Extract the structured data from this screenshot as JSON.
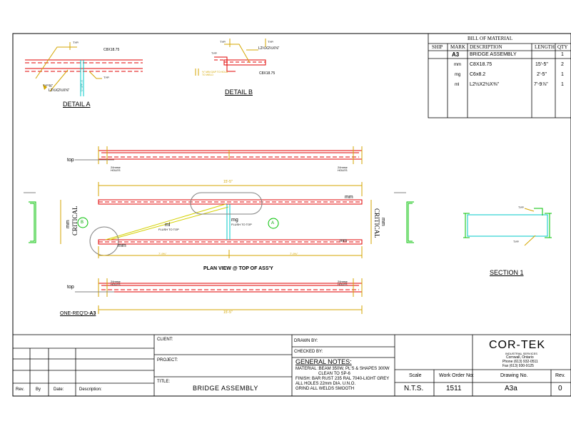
{
  "bom": {
    "title": "BILL OF MATERIAL",
    "headers": {
      "ship": "SHIP",
      "mark": "MARK",
      "description": "DESCRIPTION",
      "length": "LENGTH",
      "qty": "QTY"
    },
    "assembly": {
      "mark": "A3",
      "description": "BRIDGE ASSEMBLY",
      "qty": "1"
    },
    "rows": [
      {
        "mark": "mm",
        "description": "C8X18.75",
        "length": "15'-5\"",
        "qty": "2"
      },
      {
        "mark": "mg",
        "description": "C6x8.2",
        "length": "2'-5\"",
        "qty": "1"
      },
      {
        "mark": "ml",
        "description": "L2½X2½X⅜\"",
        "length": "7'-9⅞\"",
        "qty": "1"
      }
    ]
  },
  "details": {
    "detail_a": {
      "label": "DETAIL   A",
      "member": "C8X18.75",
      "typ": "TYP.",
      "angle": "L2½X2½X⅜\"",
      "note": "3\" WELD",
      "size": "⅜\""
    },
    "detail_b": {
      "label": "DETAIL   B",
      "member": "C8X18.75",
      "typ": "TYP.",
      "angle": "L2½X2½X⅜\"",
      "note": "½\" MIN GAP TO HOLD TO WELD"
    },
    "section_1": {
      "label": "SECTION   1",
      "typ": "TYP."
    }
  },
  "plan": {
    "caption": "PLAN VIEW @ TOP OF ASS'Y",
    "top_label": "top",
    "holes_note": "24mmø HOLES",
    "critical": "CRITICAL",
    "mm": "mm",
    "ml": "ml",
    "mg": "mg",
    "flush": "FLUSH TO TOP",
    "callout_a": "A",
    "callout_b": "B",
    "one_req": "ONE-REQ'D-",
    "one_req_mark": "A3",
    "overall_dim": "15'-5\"",
    "inner_dim": "7'-9⅜\""
  },
  "title_block": {
    "client_label": "CLIENT:",
    "project_label": "PROJECT:",
    "title_label": "TITLE:",
    "title_value": "BRIDGE ASSEMBLY",
    "drawn_by_label": "DRAWN BY:",
    "checked_by_label": "CHECKED BY:",
    "general_notes_label": "GENERAL NOTES:",
    "notes": [
      "MATERIAL :BEAM 350W, PL'S & SHAPES 300W",
      "CLEAN TO SP-6",
      "FINISH: BAR RUST 235 RAL 7040-LIGHT GREY",
      "ALL HOLES 22mm DIA. U.N.O.",
      "GRIND ALL WELDS SMOOTH"
    ],
    "company": "COR-TEK",
    "company_sub": "INDUSTRIAL SERVICES",
    "company_city": "Cornwall, Ontario",
    "phone": "Phone (613) 932-0511",
    "fax": "Fax   (613) 930-9125",
    "scale_label": "Scale",
    "scale_value": "N.T.S.",
    "work_order_label": "Work Order No:",
    "work_order_value": "1511",
    "drawing_no_label": "Drawing No.",
    "drawing_no_value": "A3a",
    "rev_label": "Rev.",
    "rev_value": "0",
    "revision_headers": {
      "rev": "Rev.",
      "by": "By",
      "date": "Date:",
      "description": "Description:"
    }
  }
}
